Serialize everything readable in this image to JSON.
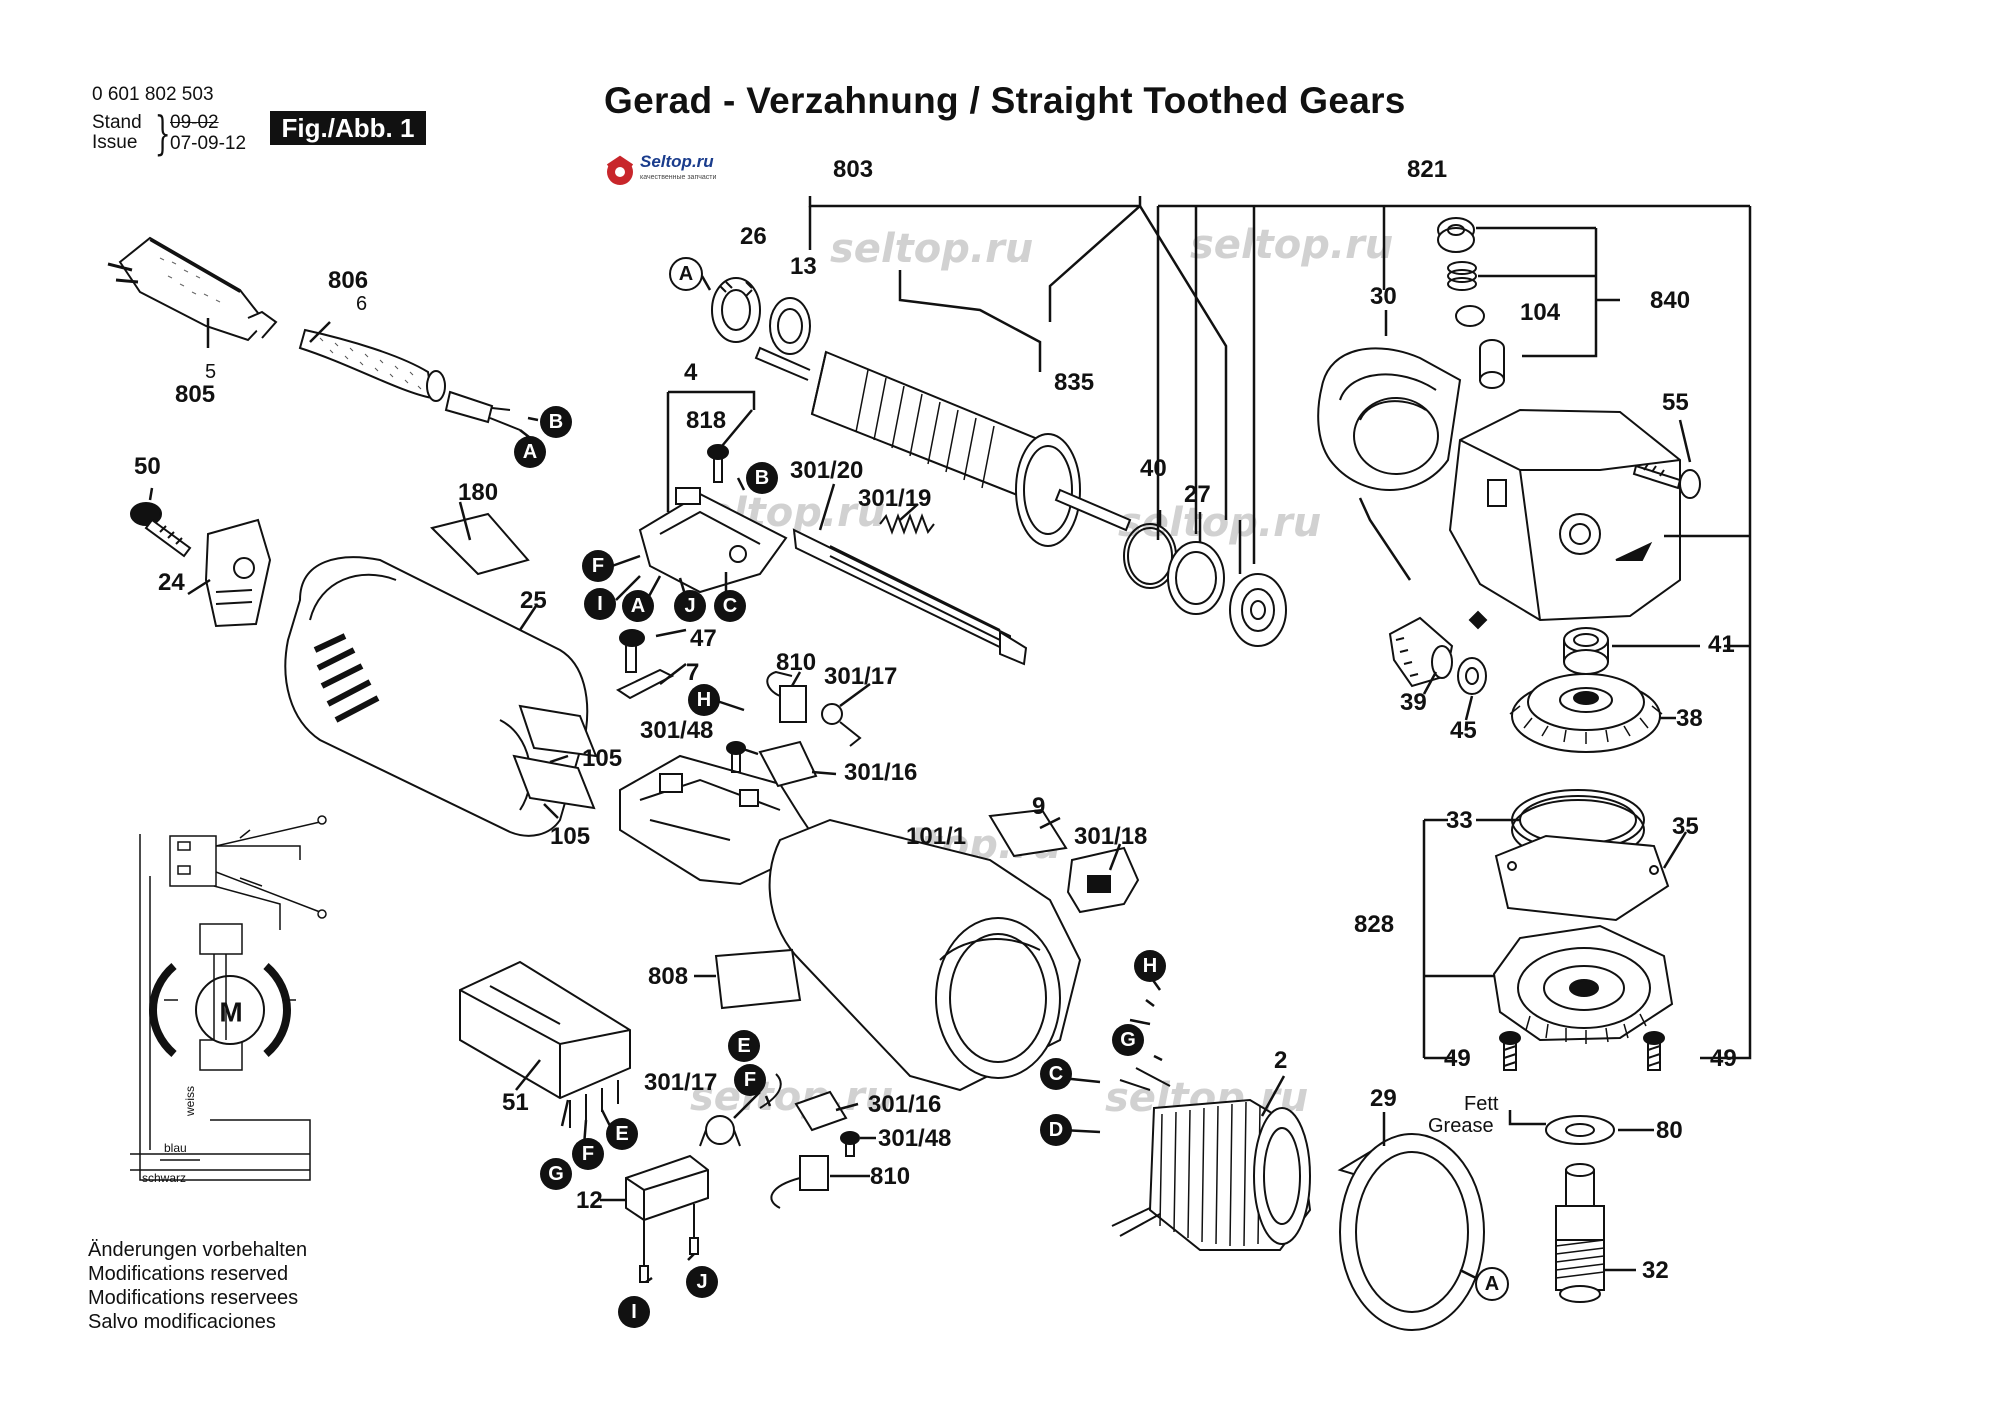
{
  "header": {
    "part_number": "0 601 802 503",
    "stand_label": "Stand",
    "stand_date": "09-02",
    "issue_label": "Issue",
    "issue_date": "07-09-12",
    "fig_label": "Fig./Abb. 1",
    "title": "Gerad - Verzahnung / Straight Toothed Gears"
  },
  "logo": {
    "text": "Seltop.ru",
    "subtitle": "качественные запчасти"
  },
  "watermark": "seltop.ru",
  "notes": [
    "Änderungen vorbehalten",
    "Modifications reserved",
    "Modifications reservees",
    "Salvo modificaciones"
  ],
  "grease": {
    "line1": "Fett",
    "line2": "Grease"
  },
  "wiring": {
    "motor": "M",
    "weiss": "weiss",
    "blau": "blau",
    "schwarz": "schwarz"
  },
  "labels": {
    "803": "803",
    "821": "821",
    "26": "26",
    "13": "13",
    "30": "30",
    "840": "840",
    "104": "104",
    "806": "806",
    "6": "6",
    "5": "5",
    "805": "805",
    "835": "835",
    "4": "4",
    "818": "818",
    "55": "55",
    "301_20": "301/20",
    "301_19": "301/19",
    "40": "40",
    "27": "27",
    "50": "50",
    "180": "180",
    "24": "24",
    "25": "25",
    "47": "47",
    "7": "7",
    "810a": "810",
    "301_17a": "301/17",
    "301_48a": "301/48",
    "301_16a": "301/16",
    "105a": "105",
    "105b": "105",
    "41": "41",
    "39": "39",
    "45": "45",
    "38": "38",
    "9": "9",
    "301_18": "301/18",
    "33": "33",
    "35": "35",
    "828": "828",
    "808": "808",
    "49a": "49",
    "49b": "49",
    "2": "2",
    "29": "29",
    "51": "51",
    "301_17b": "301/17",
    "301_16b": "301/16",
    "301_48b": "301/48",
    "810b": "810",
    "80": "80",
    "12": "12",
    "32": "32",
    "101_1": "101/1"
  },
  "markers": {
    "A": "A",
    "B": "B",
    "C": "C",
    "D": "D",
    "E": "E",
    "F": "F",
    "G": "G",
    "H": "H",
    "I": "I",
    "J": "J"
  }
}
